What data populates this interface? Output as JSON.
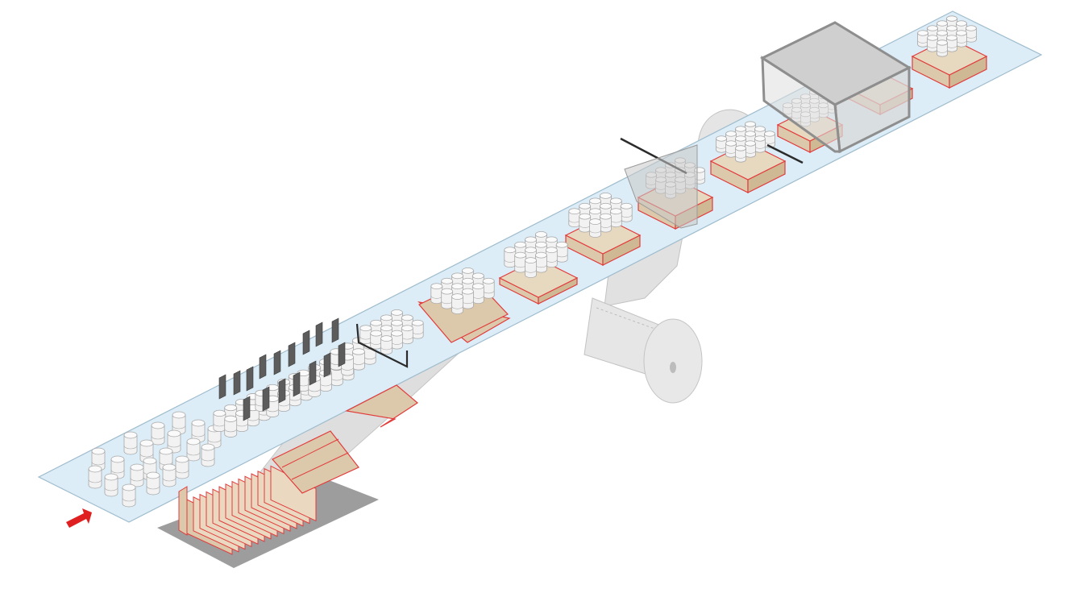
{
  "diagram": {
    "kind": "packaging-line",
    "direction_marker": "right-arrow",
    "stages": [
      {
        "name": "loose-cans-infeed"
      },
      {
        "name": "divider-grouping"
      },
      {
        "name": "grouped-pack"
      },
      {
        "name": "tray-wrap-around"
      },
      {
        "name": "tray-folding"
      },
      {
        "name": "tray-closed"
      },
      {
        "name": "film-wrapping"
      },
      {
        "name": "film-wrapped"
      },
      {
        "name": "shrink-tunnel"
      },
      {
        "name": "finished-pack"
      }
    ]
  },
  "colors": {
    "belt": "#dcedf7",
    "belt_stroke": "#9fbccd",
    "carton": "#dcc9ab",
    "carton_edge": "#e23b3b",
    "arrow": "#e02020",
    "machine": "#d3d3d3",
    "machine_edge": "#8e8e8e",
    "can_body": "#f2f2f2",
    "can_edge": "#a8a8a8",
    "divider": "#5c5c5c"
  }
}
